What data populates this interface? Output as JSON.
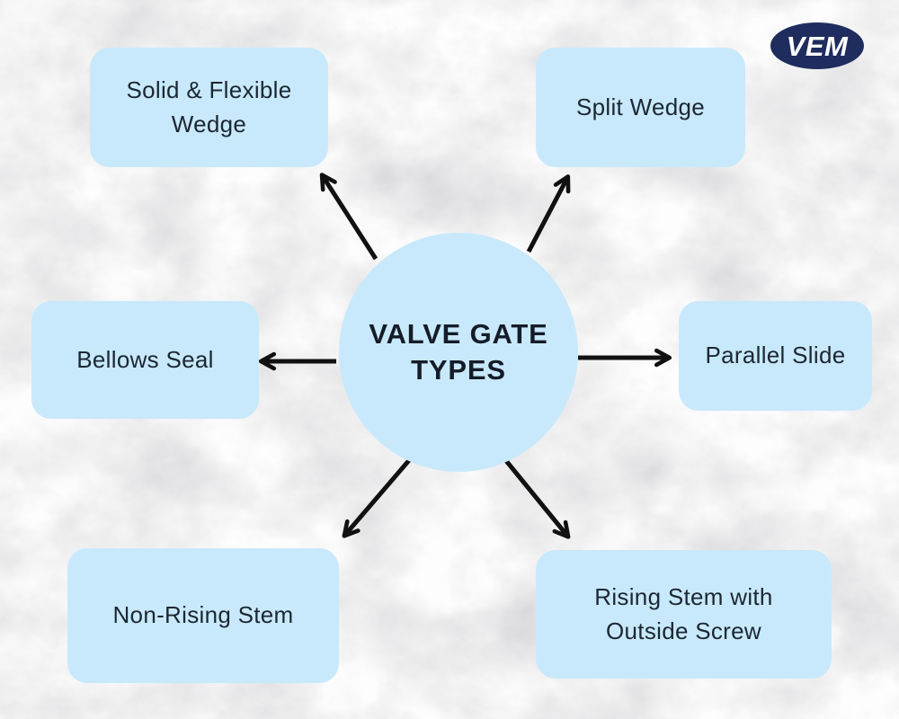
{
  "center": {
    "title": "VALVE GATE TYPES"
  },
  "nodes": [
    {
      "id": "solid-flexible-wedge",
      "label": "Solid & Flexible Wedge"
    },
    {
      "id": "split-wedge",
      "label": "Split Wedge"
    },
    {
      "id": "bellows-seal",
      "label": "Bellows Seal"
    },
    {
      "id": "parallel-slide",
      "label": "Parallel Slide"
    },
    {
      "id": "non-rising-stem",
      "label": "Non-Rising Stem"
    },
    {
      "id": "rising-stem-outside-screw",
      "label": "Rising Stem with Outside Screw"
    }
  ],
  "logo": {
    "text": "VEM"
  },
  "colors": {
    "node_fill": "#c8e9fb",
    "node_text": "#1c2733",
    "center_text": "#151c28",
    "arrow": "#111111",
    "logo_bg": "#1e2c5e",
    "logo_text": "#ffffff",
    "background": "#fdfdfd"
  }
}
